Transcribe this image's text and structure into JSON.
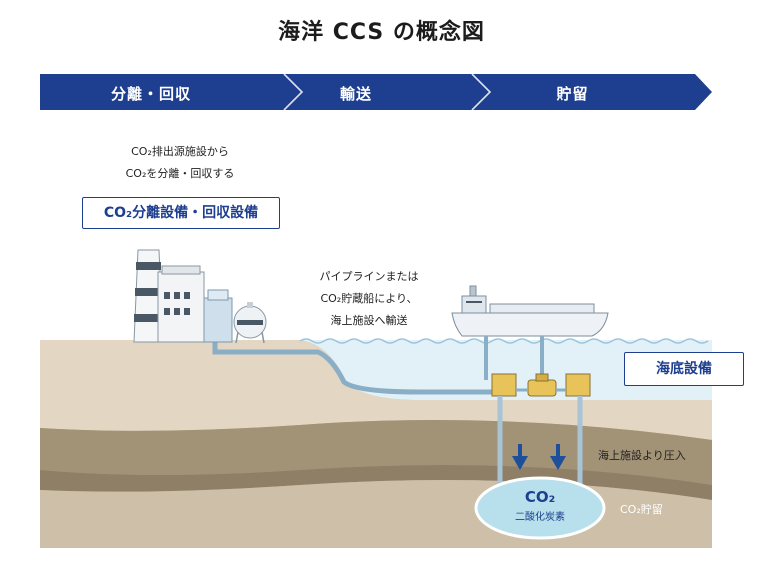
{
  "title": "海洋 CCS の概念図",
  "flow_steps": [
    "分離・回収",
    "輸送",
    "貯留"
  ],
  "capture": {
    "line1": "CO₂排出源施設から",
    "line2": "CO₂を分離・回収する",
    "facility_label": "CO₂分離設備・回収設備"
  },
  "transport": {
    "line1": "パイプラインまたは",
    "line2": "CO₂貯蔵船により、",
    "line3": "海上施設へ輸送"
  },
  "seabed_facility_label": "海底設備",
  "injection_label": "海上施設より圧入",
  "storage": {
    "co2": "CO₂",
    "co2_name": "二酸化炭素",
    "label": "CO₂貯留"
  },
  "colors": {
    "banner": "#1e3f8f",
    "banner_dark": "#162f6e",
    "sea": "#e3f2f9",
    "pipe": "#8ab0c8",
    "land_top": "#e7dccb",
    "layer2": "#b9aa93",
    "layer3": "#9a8b73",
    "layer4": "#c9bca6",
    "storage_fill": "#b6e1ee"
  }
}
